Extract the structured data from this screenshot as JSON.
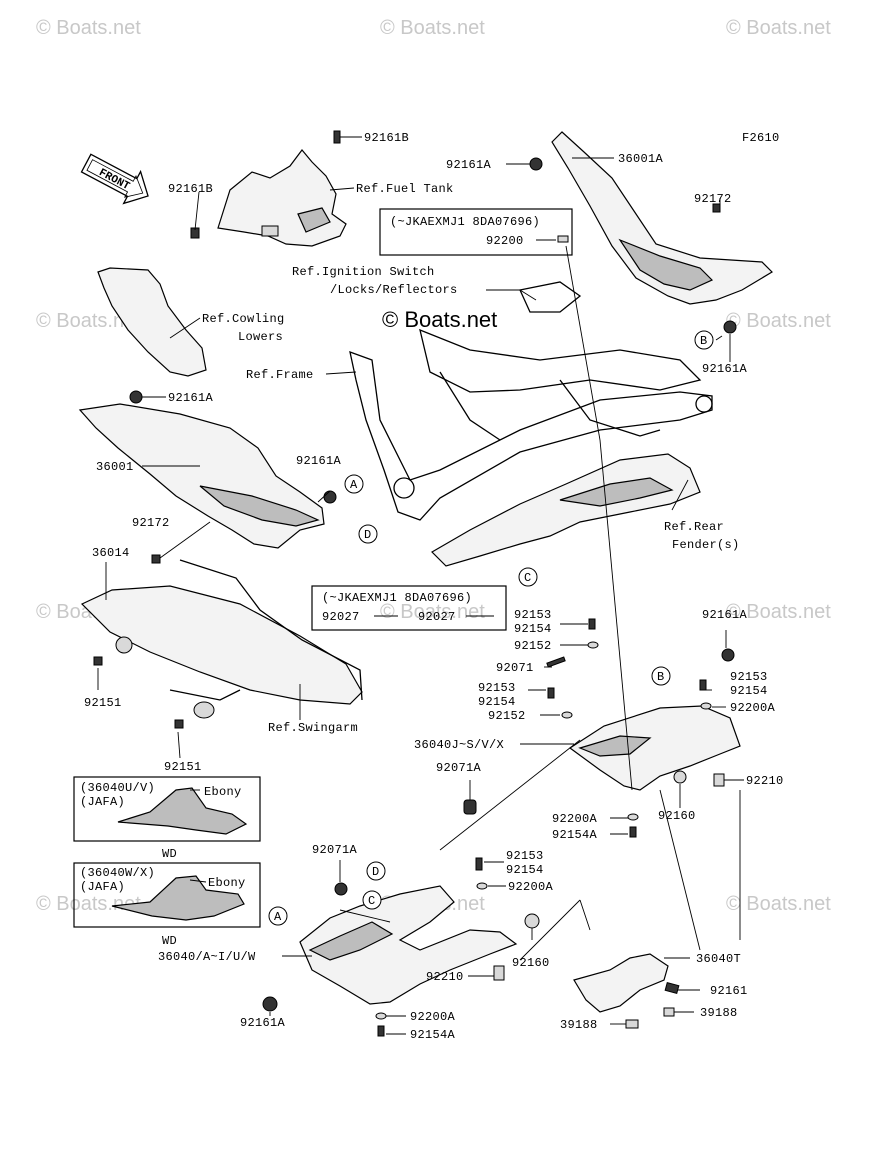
{
  "watermarks": {
    "corner_text": "© Boats.net",
    "center_text": "© Boats.net"
  },
  "figure_id": "F2610",
  "front_arrow": "FRONT",
  "labels": {
    "l_92161B_top": "92161B",
    "l_92161B_left": "92161B",
    "l_ref_fuel_tank": "Ref.Fuel Tank",
    "l_92161A_a": "92161A",
    "l_36001A": "36001A",
    "l_92172_right": "92172",
    "l_box1_title": "(~JKAEXMJ1 8DA07696)",
    "l_92200": "92200",
    "l_ref_ign1": "Ref.Ignition Switch",
    "l_ref_ign2": "/Locks/Reflectors",
    "l_ref_cowl1": "Ref.Cowling",
    "l_ref_cowl2": "Lowers",
    "l_92161A_right": "92161A",
    "l_ref_frame": "Ref.Frame",
    "l_92161A_b": "92161A",
    "l_36001": "36001",
    "l_92161A_c": "92161A",
    "l_92172_left": "92172",
    "l_ref_rear1": "Ref.Rear",
    "l_ref_rear2": "Fender(s)",
    "l_36014": "36014",
    "l_box2_title": "(~JKAEXMJ1 8DA07696)",
    "l_92027_a": "92027",
    "l_92027_b": "92027",
    "l_92153_a": "92153",
    "l_92154_a": "92154",
    "l_92152_a": "92152",
    "l_92161A_d": "92161A",
    "l_92151_a": "92151",
    "l_ref_swingarm": "Ref.Swingarm",
    "l_92071": "92071",
    "l_92153_b": "92153",
    "l_92154_b": "92154",
    "l_92152_b": "92152",
    "l_92153_c": "92153",
    "l_92154_c": "92154",
    "l_92200A_a": "92200A",
    "l_92151_b": "92151",
    "l_36040J": "36040J~S/V/X",
    "l_92071A_a": "92071A",
    "l_92210_a": "92210",
    "l_92160_a": "92160",
    "l_92200A_b": "92200A",
    "l_92154A_a": "92154A",
    "l_uv1": "(36040U/V)",
    "l_uv2": "(JAFA)",
    "l_ebony_1": "Ebony",
    "l_wd_1": "WD",
    "l_92071A_b": "92071A",
    "l_92153_d": "92153",
    "l_92154_d": "92154",
    "l_92200A_c": "92200A",
    "l_wx1": "(36040W/X)",
    "l_wx2": "(JAFA)",
    "l_ebony_2": "Ebony",
    "l_wd_2": "WD",
    "l_36040_main": "36040/A~I/U/W",
    "l_92160_b": "92160",
    "l_36040T": "36040T",
    "l_92210_b": "92210",
    "l_92161": "92161",
    "l_39188_a": "39188",
    "l_39188_b": "39188",
    "l_92161A_e": "92161A",
    "l_92200A_d": "92200A",
    "l_92154A_b": "92154A"
  },
  "callouts": {
    "a1": "A",
    "a2": "A",
    "b1": "B",
    "b2": "B",
    "c1": "C",
    "c2": "C",
    "d1": "D",
    "d2": "D"
  }
}
